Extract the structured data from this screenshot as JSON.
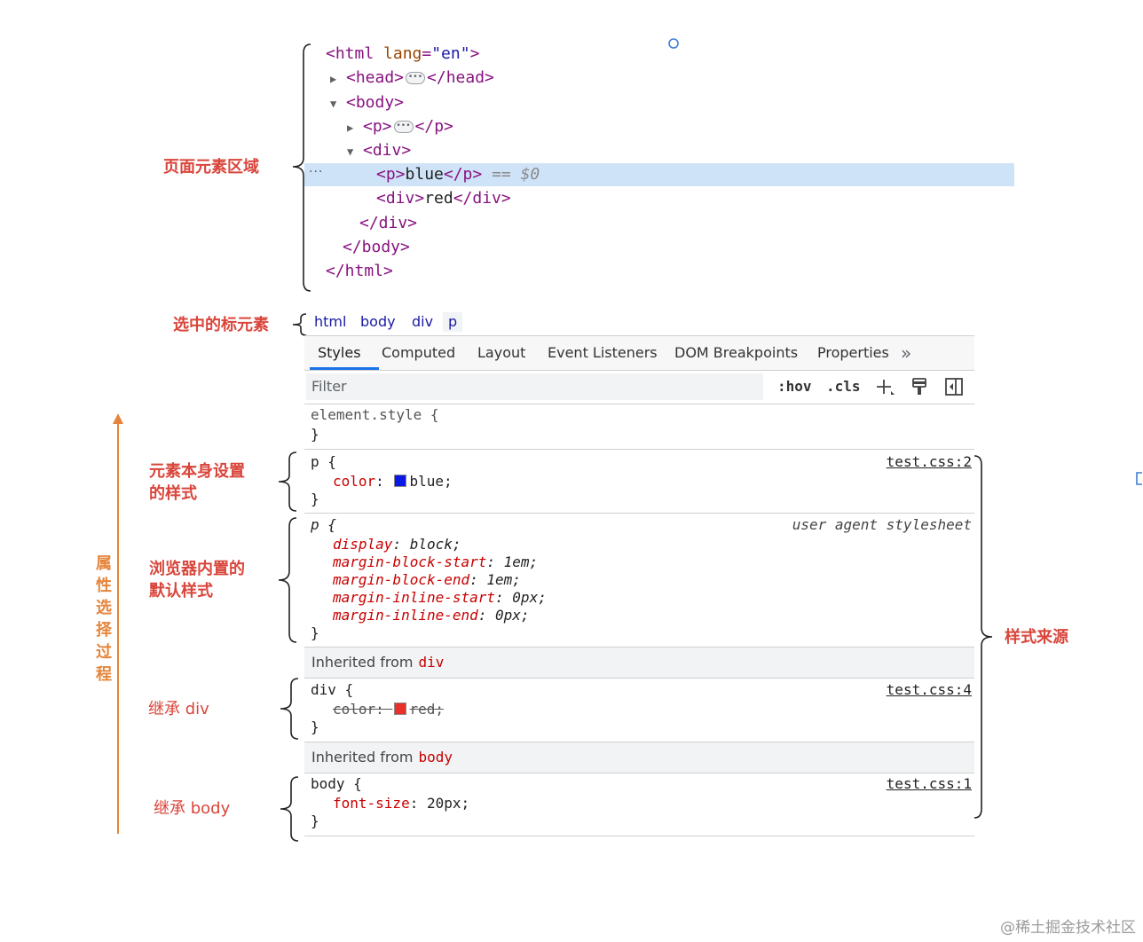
{
  "dom_tree": {
    "html_open": {
      "tag": "<html",
      "attr": " lang",
      "eq": "=",
      "value": "\"en\"",
      "close": ">"
    },
    "head": {
      "open": "<head>",
      "close": "</head>"
    },
    "body_open": "<body>",
    "p_collapsed": {
      "open": "<p>",
      "close": "</p>"
    },
    "div_open": "<div>",
    "selected": {
      "open": "<p>",
      "text": "blue",
      "close": "</p>",
      "eq": " == ",
      "ref": "$0"
    },
    "div_red": {
      "open": "<div>",
      "text": "red",
      "close": "</div>"
    },
    "div_close": "</div>",
    "body_close": "</body>",
    "html_close": "</html>",
    "ellipsis": "···"
  },
  "breadcrumb": [
    "html",
    "body",
    "div",
    "p"
  ],
  "tabs": [
    "Styles",
    "Computed",
    "Layout",
    "Event Listeners",
    "DOM Breakpoints",
    "Properties",
    "»"
  ],
  "filter": {
    "placeholder": "Filter",
    "hov": ":hov",
    "cls": ".cls"
  },
  "rules": {
    "element_style": {
      "selector": "element.style {",
      "close": "}"
    },
    "p_author": {
      "selector": "p {",
      "source": "test.css:2",
      "prop": "color",
      "value": "blue;",
      "swatch": "#0a18e6",
      "close": "}"
    },
    "p_ua": {
      "selector": "p {",
      "source": "user agent stylesheet",
      "decls": [
        {
          "prop": "display",
          "value": "block;"
        },
        {
          "prop": "margin-block-start",
          "value": "1em;"
        },
        {
          "prop": "margin-block-end",
          "value": "1em;"
        },
        {
          "prop": "margin-inline-start",
          "value": "0px;"
        },
        {
          "prop": "margin-inline-end",
          "value": "0px;"
        }
      ],
      "close": "}"
    },
    "inherited_div": {
      "label": "Inherited from",
      "tag": "div"
    },
    "div_rule": {
      "selector": "div {",
      "source": "test.css:4",
      "prop": "color",
      "value": "red;",
      "swatch": "#e8312a",
      "close": "}"
    },
    "inherited_body": {
      "label": "Inherited from",
      "tag": "body"
    },
    "body_rule": {
      "selector": "body {",
      "source": "test.css:1",
      "prop": "font-size",
      "value": "20px;",
      "close": "}"
    }
  },
  "annotations": {
    "page_elements": "页面元素区域",
    "selected_element": "选中的标元素",
    "own_style_1": "元素本身设置",
    "own_style_2": "的样式",
    "ua_style_1": "浏览器内置的",
    "ua_style_2": "默认样式",
    "inherit_div": "继承 div",
    "inherit_body": "继承 body",
    "style_source": "样式来源",
    "process_chars": [
      "属",
      "性",
      "选",
      "择",
      "过",
      "程"
    ]
  },
  "watermark": "@稀土掘金技术社区",
  "colors": {
    "annotation": "#d9453b",
    "process_arrow": "#e5853b",
    "selection": "#cfe3f8",
    "tab_active": "#1a73e8"
  }
}
